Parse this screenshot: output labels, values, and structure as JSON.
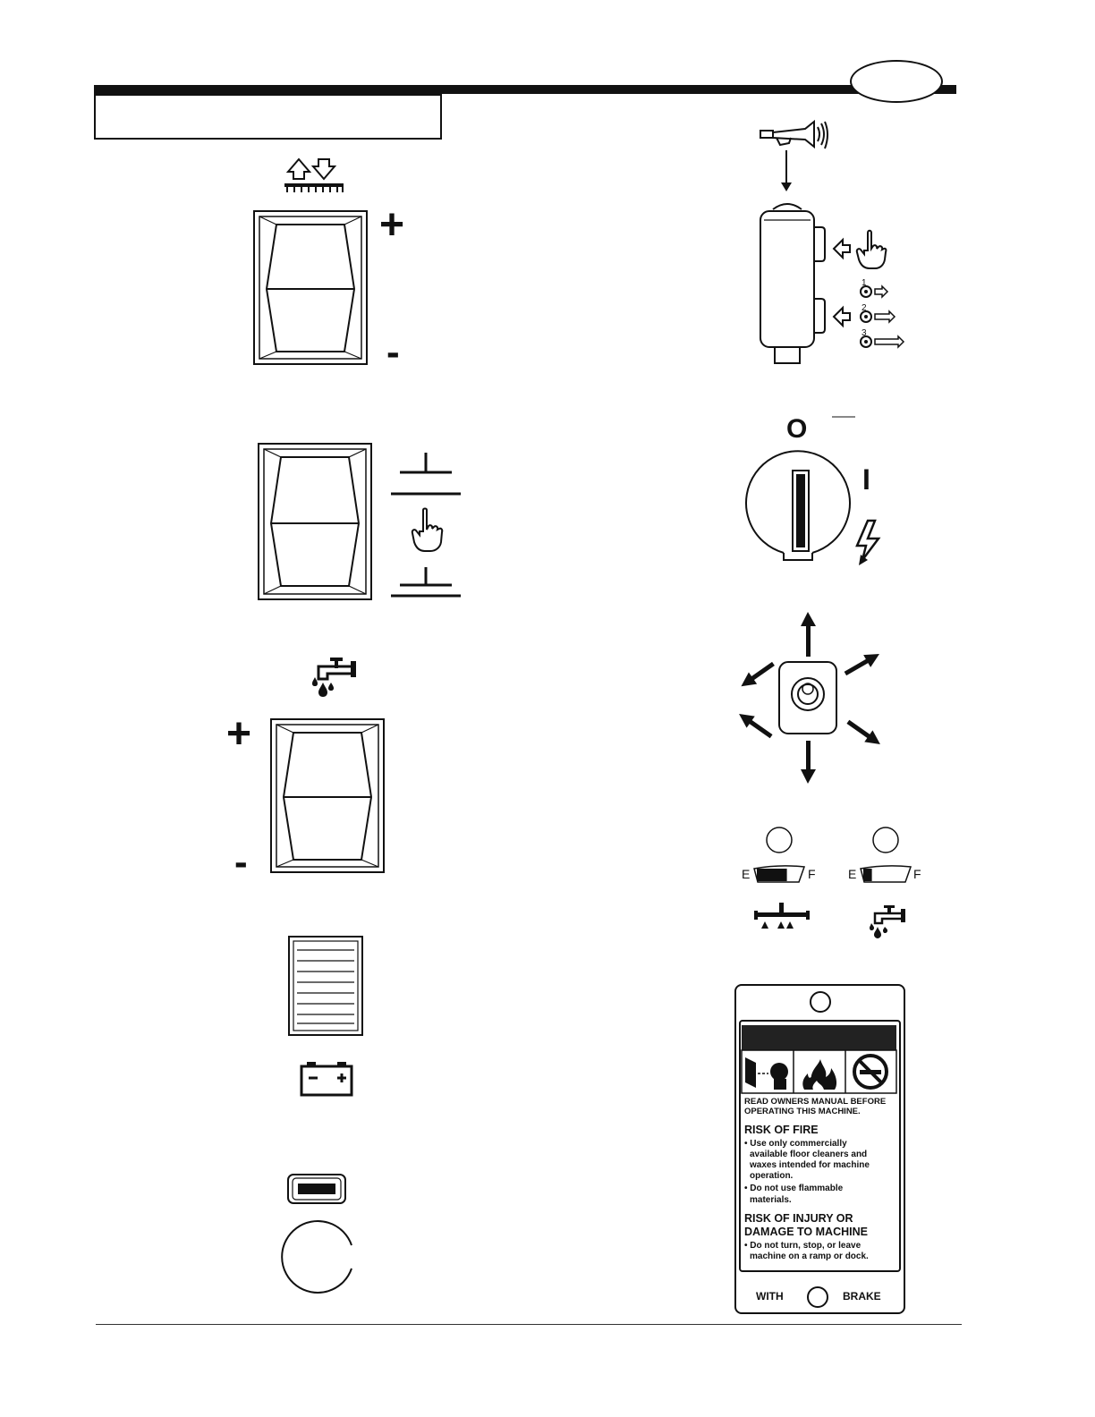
{
  "header": {
    "section_title": "",
    "page_marker": ""
  },
  "symbols": {
    "plus": "+",
    "minus": "-",
    "off": "O",
    "on": "I"
  },
  "horn": {
    "setting_1": "1",
    "setting_2": "2",
    "setting_3": "3"
  },
  "gauges": {
    "left_empty": "E",
    "left_full": "F",
    "left_level": 0.7,
    "right_empty": "E",
    "right_full": "F",
    "right_level": 0.2
  },
  "warning_label": {
    "line_read_1": "READ OWNERS MANUAL BEFORE",
    "line_read_2": "OPERATING THIS MACHINE.",
    "fire_heading": "RISK OF FIRE",
    "fire_bullet_1a": "• Use only commercially",
    "fire_bullet_1b": "available floor cleaners and",
    "fire_bullet_1c": "waxes intended for machine",
    "fire_bullet_1d": "operation.",
    "fire_bullet_2a": "• Do not use flammable",
    "fire_bullet_2b": "materials.",
    "injury_heading_1": "RISK OF INJURY OR",
    "injury_heading_2": "DAMAGE TO MACHINE",
    "injury_bullet_a": "• Do not turn, stop, or leave",
    "injury_bullet_b": "machine on a ramp or dock.",
    "footer_left": "WITH",
    "footer_right": "BRAKE"
  }
}
